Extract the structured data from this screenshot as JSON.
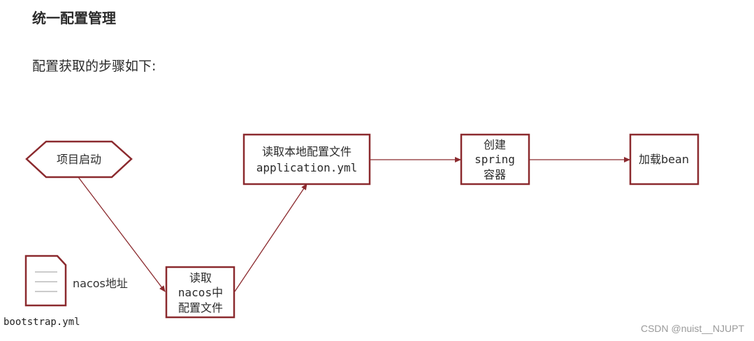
{
  "heading": "统一配置管理",
  "intro": "配置获取的步骤如下:",
  "nodes": {
    "start": {
      "label": "项目启动"
    },
    "read_nacos": {
      "lines": [
        "读取",
        "nacos中",
        "配置文件"
      ]
    },
    "read_local": {
      "lines": [
        "读取本地配置文件",
        "application.yml"
      ]
    },
    "create_spring": {
      "lines": [
        "创建",
        "spring",
        "容器"
      ]
    },
    "load_bean": {
      "label": "加载bean"
    }
  },
  "file": {
    "content_label": "nacos地址",
    "name": "bootstrap.yml"
  },
  "colors": {
    "accent": "#8b2a2e",
    "text": "#2a2a2a",
    "watermark": "#9a9a9a"
  },
  "watermark": "CSDN @nuist__NJUPT"
}
